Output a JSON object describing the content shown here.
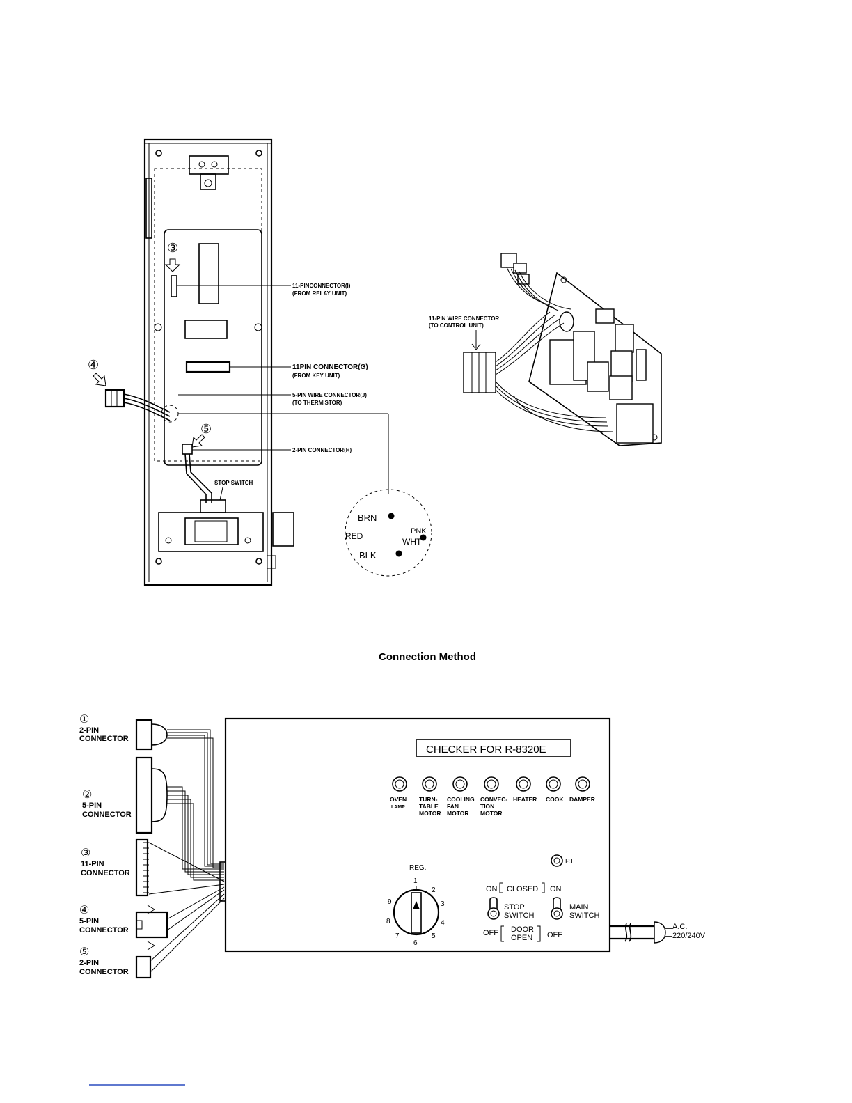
{
  "upper_left": {
    "markers": {
      "m3": "③",
      "m4": "④",
      "m5": "⑤"
    },
    "labels": {
      "c11i_line1": "11-PINCONNECTOR(I)",
      "c11i_line2": "(FROM RELAY UNIT)",
      "c11g_line1": "11PIN CONNECTOR(G)",
      "c11g_line2": "(FROM KEY UNIT)",
      "c5j_line1": "5-PIN WIRE CONNECTOR(J)",
      "c5j_line2": "(TO THERMISTOR)",
      "c2h": "2-PIN CONNECTOR(H)",
      "stop_switch": "STOP SWITCH"
    },
    "wire_colors": {
      "brn": "BRN",
      "red": "RED",
      "pnk": "PNK",
      "wht": "WHT",
      "blk": "BLK"
    }
  },
  "upper_right": {
    "label_line1": "11-PIN WIRE CONNECTOR",
    "label_line2": "(TO CONTROL UNIT)"
  },
  "section_title": "Connection Method",
  "connectors": [
    {
      "marker": "①",
      "line1": "2-PIN",
      "line2": "CONNECTOR"
    },
    {
      "marker": "②",
      "line1": "5-PIN",
      "line2": "CONNECTOR"
    },
    {
      "marker": "③",
      "line1": "11-PIN",
      "line2": "CONNECTOR"
    },
    {
      "marker": "④",
      "line1": "5-PIN",
      "line2": "CONNECTOR"
    },
    {
      "marker": "⑤",
      "line1": "2-PIN",
      "line2": "CONNECTOR"
    }
  ],
  "checker": {
    "title": "CHECKER  FOR  R-8320E",
    "lamps": [
      {
        "lines": [
          "OVEN",
          "LAMP"
        ]
      },
      {
        "lines": [
          "TURN-",
          "TABLE",
          "MOTOR"
        ]
      },
      {
        "lines": [
          "COOLING",
          "FAN",
          "MOTOR"
        ]
      },
      {
        "lines": [
          "CONVEC-",
          "TION",
          "MOTOR"
        ]
      },
      {
        "lines": [
          "HEATER"
        ]
      },
      {
        "lines": [
          "COOK"
        ]
      },
      {
        "lines": [
          "DAMPER"
        ]
      }
    ],
    "pl": "P.L",
    "reg": "REG.",
    "dial_numbers": [
      "1",
      "2",
      "3",
      "4",
      "5",
      "6",
      "7",
      "8",
      "9"
    ],
    "door_closed": "CLOSED",
    "door_open_1": "DOOR",
    "door_open_2": "OPEN",
    "on_left": "ON",
    "on_right": "ON",
    "off_left": "OFF",
    "off_right": "OFF",
    "stop_switch_1": "STOP",
    "stop_switch_2": "SWITCH",
    "main_switch_1": "MAIN",
    "main_switch_2": "SWITCH",
    "ac_1": "A.C.",
    "ac_2": "220/240V"
  }
}
